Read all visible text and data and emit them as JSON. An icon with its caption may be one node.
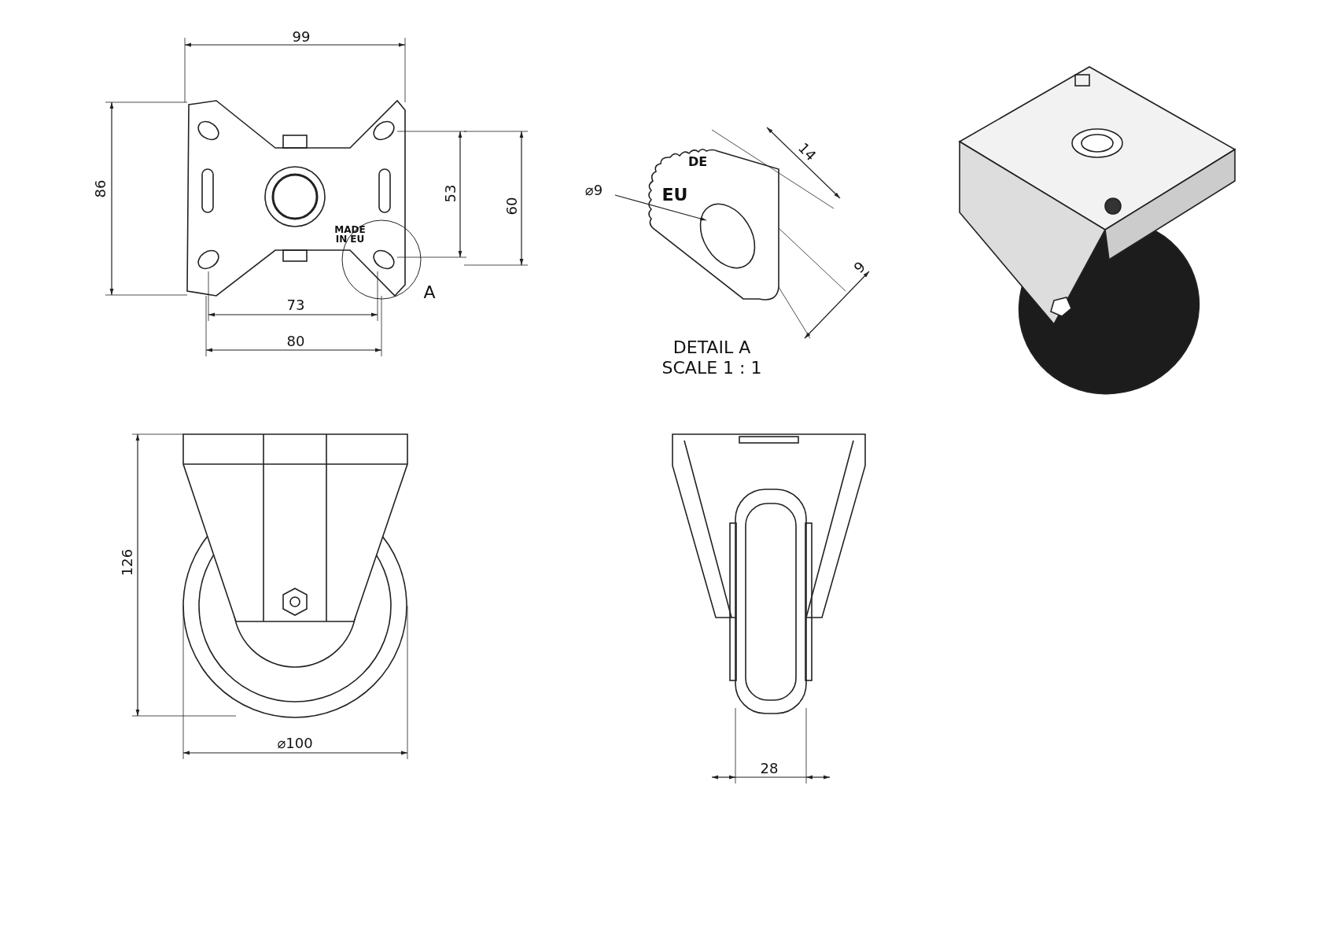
{
  "diagram": {
    "nodes": [
      {
        "text": [
          "⌀9"
        ]
      },
      {
        "text": [],
        "shape": "circle"
      }
    ],
    "edges": [
      {
        "from": 0,
        "to": 1,
        "arrow": "to"
      }
    ],
    "labels": [
      "99",
      "86",
      "MADE IN EU",
      "53",
      "60",
      "73",
      "80",
      "A",
      "DE",
      "EU",
      "14",
      "9",
      "DETAIL A",
      "SCALE 1 : 1",
      "126",
      "⌀100",
      "28"
    ]
  }
}
